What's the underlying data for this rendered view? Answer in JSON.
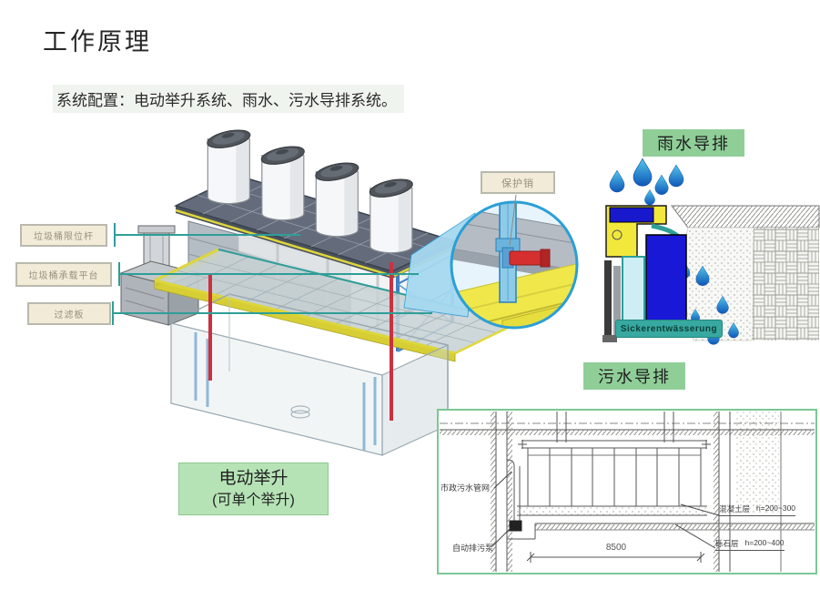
{
  "slide": {
    "title": "工作原理",
    "subtitle": "系统配置：电动举升系统、雨水、污水导排系统。"
  },
  "machine": {
    "callout_labels": {
      "limit_rod": "垃圾桶限位杆",
      "carrier_platform": "垃圾桶承载平台",
      "filter_plate": "过滤板",
      "protection_pin": "保护销"
    },
    "lift_badge": {
      "line1": "电动举升",
      "line2": "(可单个举升)"
    }
  },
  "rain_drainage": {
    "title": "雨水导排",
    "caption": "Sickerentwässerung"
  },
  "sewage_drainage": {
    "title": "污水导排",
    "labels": {
      "municipal_pipe": "市政污水管网",
      "auto_pump": "自动排污泵",
      "concrete_layer": "混凝土层",
      "concrete_height": "h=200~300",
      "gravel_layer": "砾石层",
      "gravel_height": "h=200~400",
      "width_dimension": "8500"
    }
  },
  "colors": {
    "section_label_green": "#90ce98",
    "lift_badge_green": "#b6e3b6",
    "leader_teal": "#2e9e98",
    "callout_blue": "#2b9fd6",
    "protection_pin_red": "#d62f2f",
    "rain_bin_blue": "#1818d6",
    "frame_yellow": "#f2e83c",
    "sewage_border_green": "#7cc795",
    "component_label_beige": "#f1ebd8"
  }
}
